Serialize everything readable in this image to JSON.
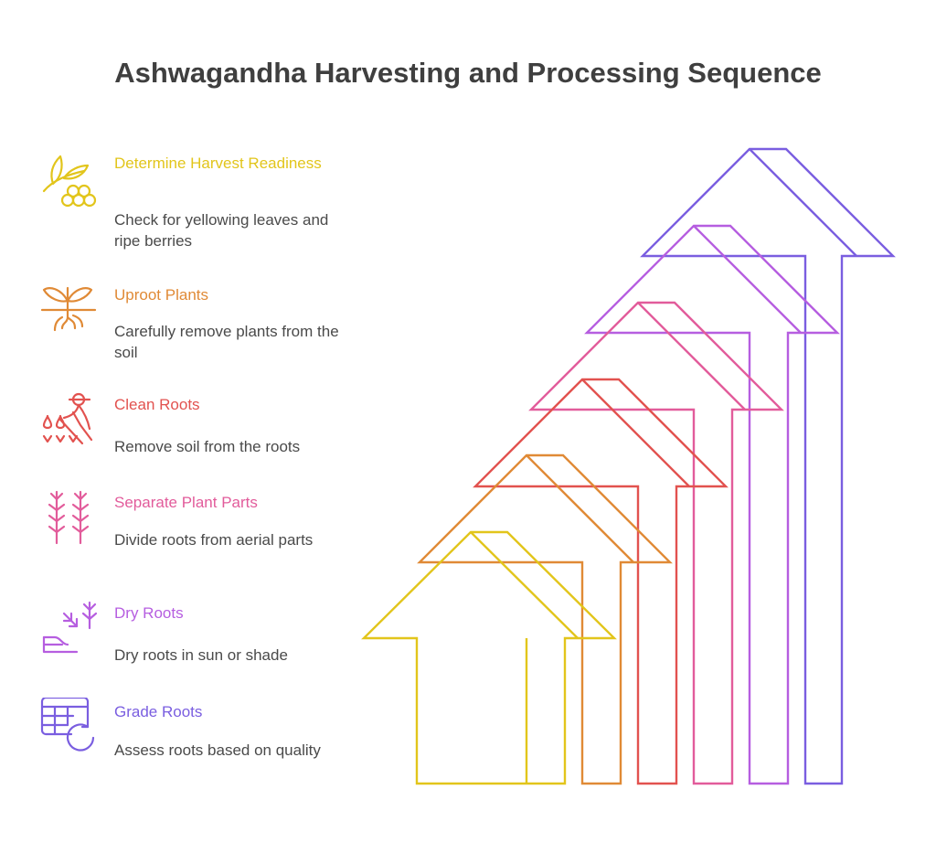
{
  "title": "Ashwagandha Harvesting and Processing Sequence",
  "steps": [
    {
      "label": "Determine Harvest Readiness",
      "description": "Check for yellowing leaves and ripe berries",
      "color": "#e2c51b",
      "icon": "leaf-berries-icon"
    },
    {
      "label": "Uproot Plants",
      "description": "Carefully remove plants from the soil",
      "color": "#e08a36",
      "icon": "sprout-roots-icon"
    },
    {
      "label": "Clean Roots",
      "description": "Remove soil from the roots",
      "color": "#e2524f",
      "icon": "gardener-icon"
    },
    {
      "label": "Separate Plant Parts",
      "description": "Divide roots from aerial parts",
      "color": "#e25c9b",
      "icon": "plant-stems-icon"
    },
    {
      "label": "Dry Roots",
      "description": "Dry roots in sun or shade",
      "color": "#b65ee0",
      "icon": "drying-plants-icon"
    },
    {
      "label": "Grade Roots",
      "description": "Assess roots based on quality",
      "color": "#7a5ee0",
      "icon": "grading-table-icon"
    }
  ]
}
